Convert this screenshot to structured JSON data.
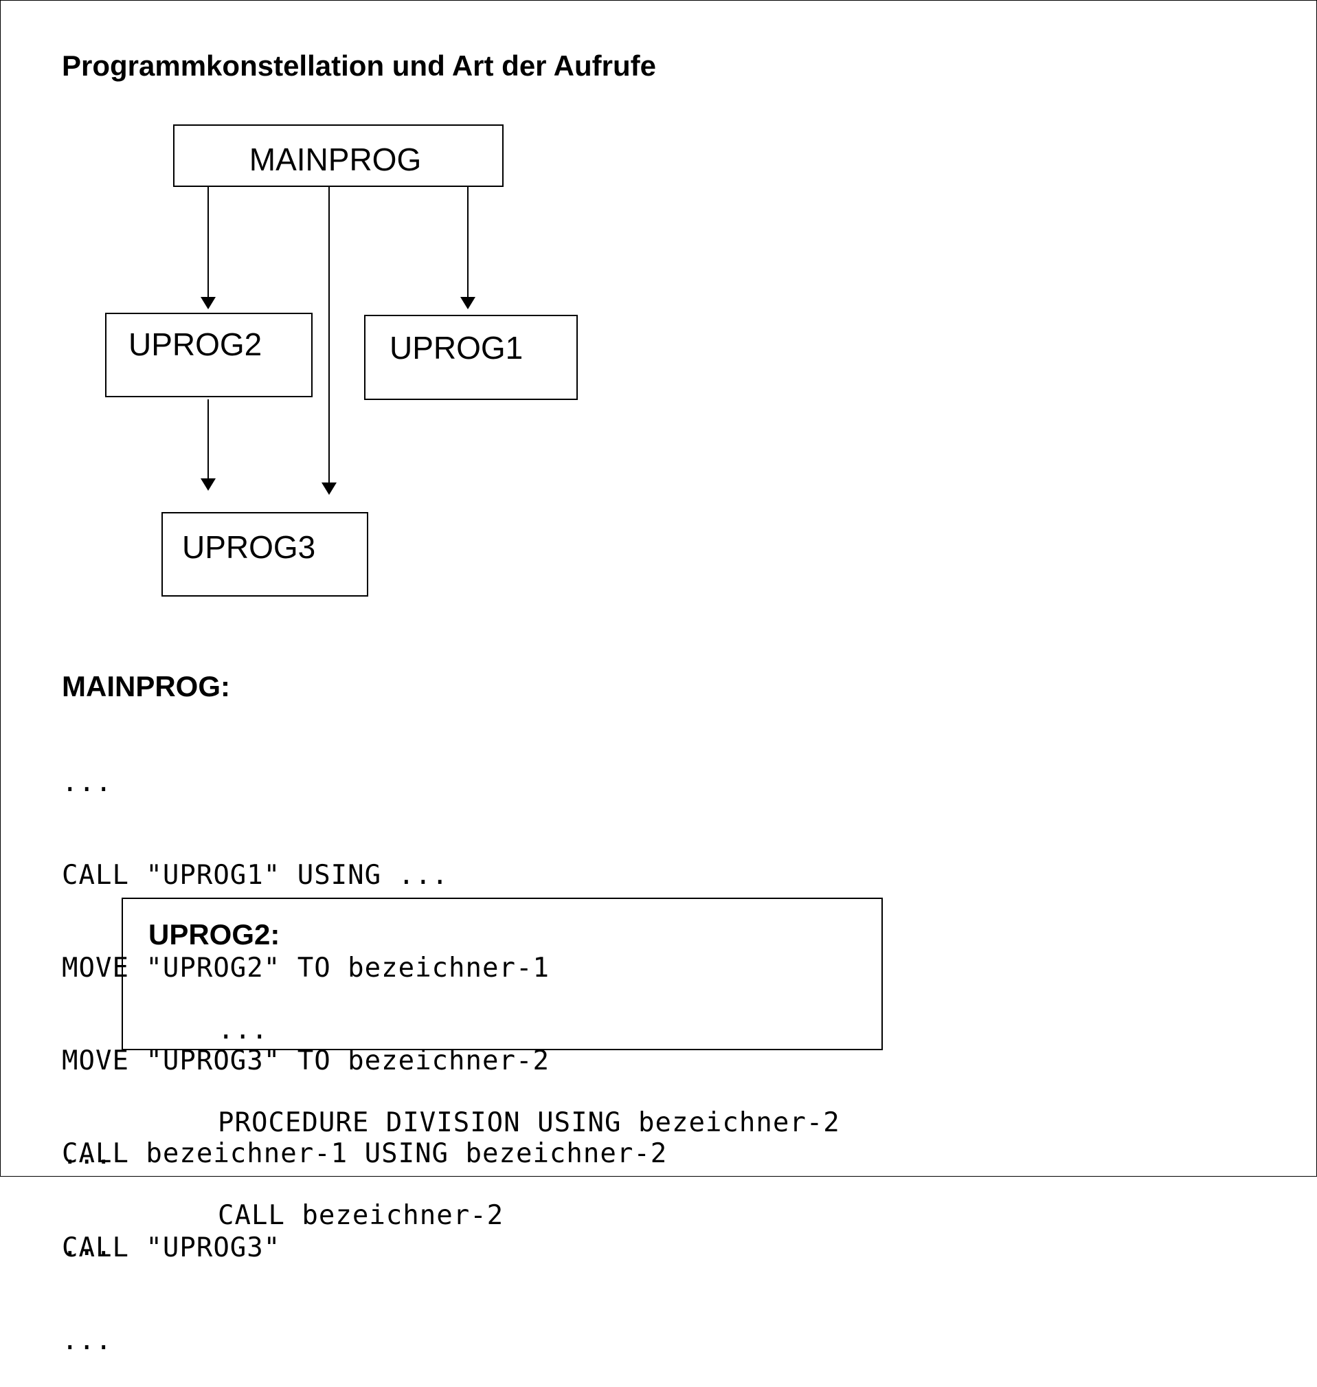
{
  "title": "Programmkonstellation und Art der Aufrufe",
  "diagram": {
    "boxes": {
      "mainprog": "MAINPROG",
      "uprog2": "UPROG2",
      "uprog1": "UPROG1",
      "uprog3": "UPROG3"
    }
  },
  "mainprog_section": {
    "heading": "MAINPROG:",
    "lines": [
      "...",
      "CALL \"UPROG1\" USING ...",
      "MOVE \"UPROG2\" TO bezeichner-1",
      "MOVE \"UPROG3\" TO bezeichner-2",
      "CALL bezeichner-1 USING bezeichner-2",
      "..."
    ]
  },
  "uprog2_section": {
    "heading": "UPROG2:",
    "lines": [
      "...",
      "PROCEDURE DIVISION USING bezeichner-2",
      "CALL bezeichner-2"
    ]
  },
  "tail_section": {
    "lines": [
      "...",
      "CALL \"UPROG3\"",
      "..."
    ]
  }
}
